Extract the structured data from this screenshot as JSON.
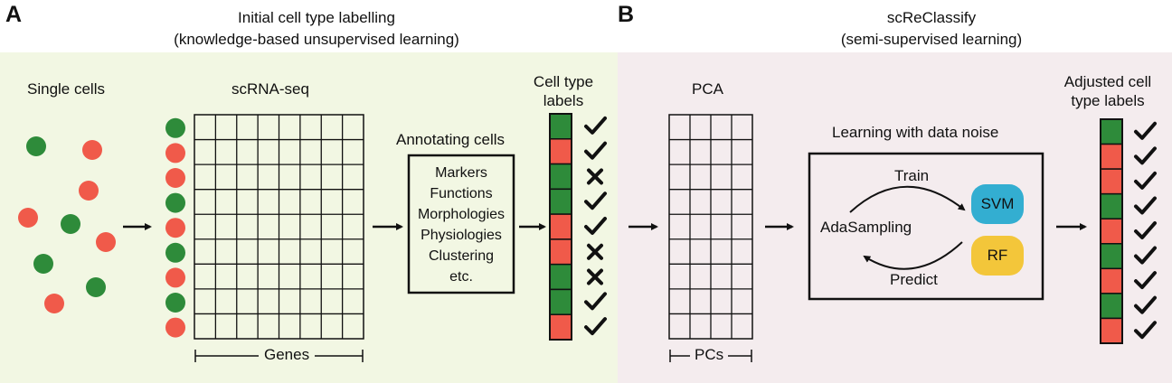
{
  "panel_a": {
    "letter": "A",
    "title_line1": "Initial cell type labelling",
    "title_line2": "(knowledge-based unsupervised learning)",
    "single_cells_label": "Single cells",
    "scrna_label": "scRNA-seq",
    "genes_label": "Genes",
    "annotating_label": "Annotating cells",
    "annotation_methods": [
      "Markers",
      "Functions",
      "Morphologies",
      "Physiologies",
      "Clustering",
      "etc."
    ],
    "labels_title_line1": "Cell type",
    "labels_title_line2": "labels",
    "cell_type_labels": [
      {
        "type": "green",
        "mark": "check"
      },
      {
        "type": "red",
        "mark": "check"
      },
      {
        "type": "green",
        "mark": "cross"
      },
      {
        "type": "green",
        "mark": "check"
      },
      {
        "type": "red",
        "mark": "check"
      },
      {
        "type": "red",
        "mark": "cross"
      },
      {
        "type": "green",
        "mark": "cross"
      },
      {
        "type": "green",
        "mark": "check"
      },
      {
        "type": "red",
        "mark": "check"
      }
    ],
    "sorted_cells": [
      "green",
      "red",
      "red",
      "green",
      "red",
      "green",
      "red",
      "green",
      "red"
    ],
    "scattered_cells": [
      "green",
      "red",
      "red",
      "red",
      "green",
      "red",
      "green",
      "green",
      "red"
    ]
  },
  "panel_b": {
    "letter": "B",
    "title_line1": "scReClassify",
    "title_line2": "(semi-supervised learning)",
    "pca_label": "PCA",
    "pcs_label": "PCs",
    "learning_label": "Learning with data noise",
    "train_label": "Train",
    "predict_label": "Predict",
    "adasampling_label": "AdaSampling",
    "svm_label": "SVM",
    "rf_label": "RF",
    "adjusted_title_line1": "Adjusted cell",
    "adjusted_title_line2": "type labels",
    "adjusted_labels": [
      "green",
      "red",
      "red",
      "green",
      "red",
      "green",
      "red",
      "green",
      "red"
    ]
  },
  "colors": {
    "green": "#2e8b3a",
    "red": "#f05a4a",
    "panel_a_bg": "#f2f7e3",
    "panel_b_bg": "#f4ecee",
    "svm": "#33aed1",
    "rf": "#f3c63a"
  }
}
